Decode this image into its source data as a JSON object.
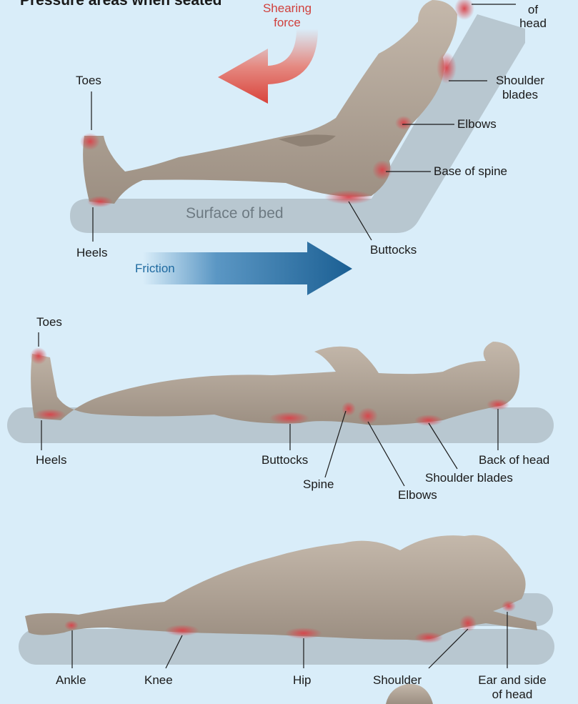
{
  "title": "Pressure areas when seated",
  "colors": {
    "background": "#d9edf9",
    "bed": "#b8c7d0",
    "skin": "#b3a698",
    "pressure": "#d9434a",
    "friction_arrow": "#1b5f93",
    "shear_arrow": "#d9433b"
  },
  "scene_top": {
    "shear_label": "Shearing force",
    "friction_label": "Friction",
    "bed_label": "Surface of bed",
    "labels": {
      "back_of_head": "Back of head",
      "shoulder_blades": "Shoulder blades",
      "elbows": "Elbows",
      "base_of_spine": "Base of spine",
      "buttocks": "Buttocks",
      "toes": "Toes",
      "heels": "Heels"
    }
  },
  "scene_middle": {
    "labels": {
      "toes": "Toes",
      "heels": "Heels",
      "buttocks": "Buttocks",
      "spine": "Spine",
      "elbows": "Elbows",
      "shoulder_blades": "Shoulder blades",
      "back_of_head": "Back of head"
    }
  },
  "scene_bottom": {
    "labels": {
      "ankle": "Ankle",
      "knee": "Knee",
      "hip": "Hip",
      "shoulder": "Shoulder",
      "ear_and_side_of_head": "Ear and side of head"
    }
  }
}
